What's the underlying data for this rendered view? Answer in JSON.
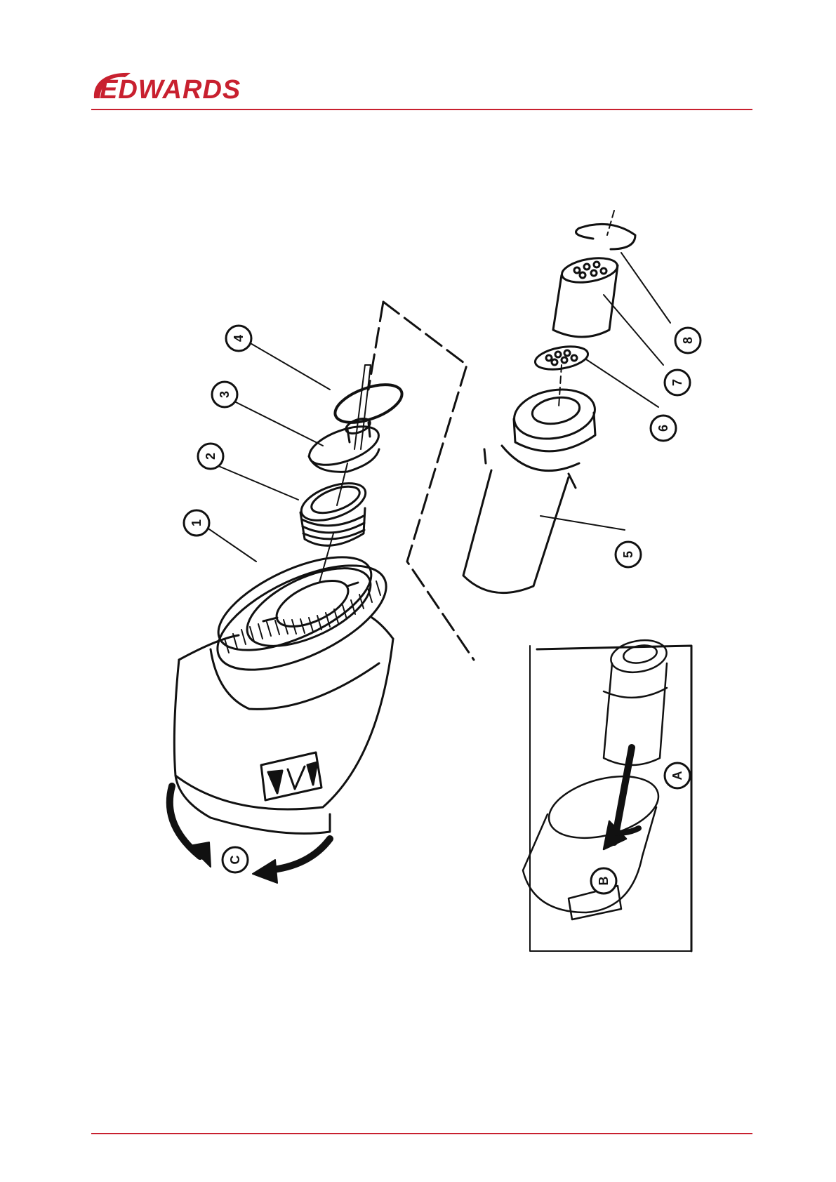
{
  "header": {
    "brand": "EDWARDS",
    "brand_color": "#c8202f"
  },
  "figure": {
    "callouts": {
      "c1": "1",
      "c2": "2",
      "c3": "3",
      "c4": "4",
      "c5": "5",
      "c6": "6",
      "c7": "7",
      "c8": "8",
      "cA": "A",
      "cB": "B",
      "cC": "C"
    }
  }
}
